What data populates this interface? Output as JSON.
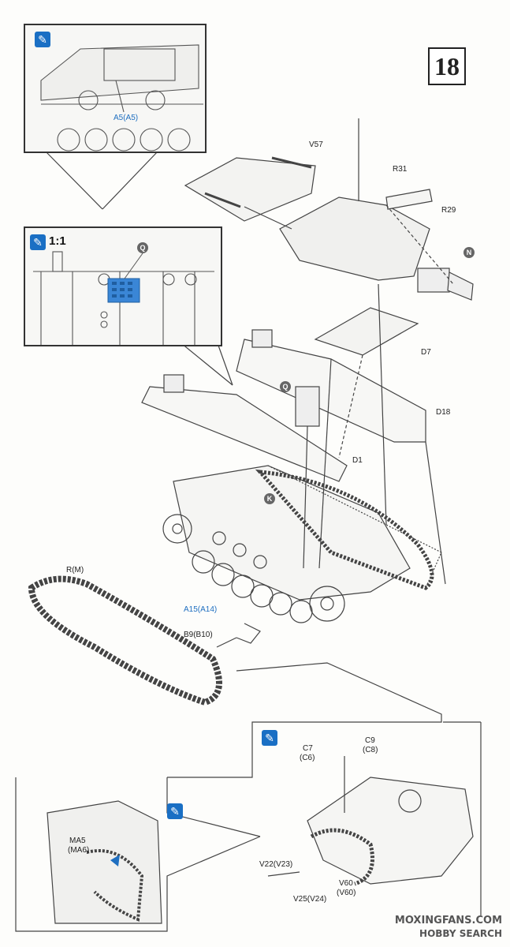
{
  "step_number": "18",
  "top_inset": {
    "part_label": "A5(A5)"
  },
  "mid_inset": {
    "scale": "1:1",
    "marker": "Q"
  },
  "bottom_right_inset": {},
  "bottom_left_inset": {
    "part_label_line1": "MA5",
    "part_label_line2": "(MA6)"
  },
  "parts": {
    "v57": "V57",
    "r31": "R31",
    "r29": "R29",
    "d7": "D7",
    "d18": "D18",
    "d1": "D1",
    "r_m": "R(M)",
    "a15": "A15(A14)",
    "b9": "B9(B10)",
    "c7a": "C7",
    "c7b": "(C6)",
    "c9a": "C9",
    "c9b": "(C8)",
    "v22": "V22(V23)",
    "v25": "V25(V24)",
    "v60a": "V60",
    "v60b": "(V60)"
  },
  "markers": {
    "n": "N",
    "q": "Q",
    "k": "K"
  },
  "watermark": {
    "line1": "MOXINGFANS.COM",
    "line2": "HOBBY SEARCH"
  },
  "colors": {
    "accent": "#1f6fc0",
    "line": "#333333"
  }
}
